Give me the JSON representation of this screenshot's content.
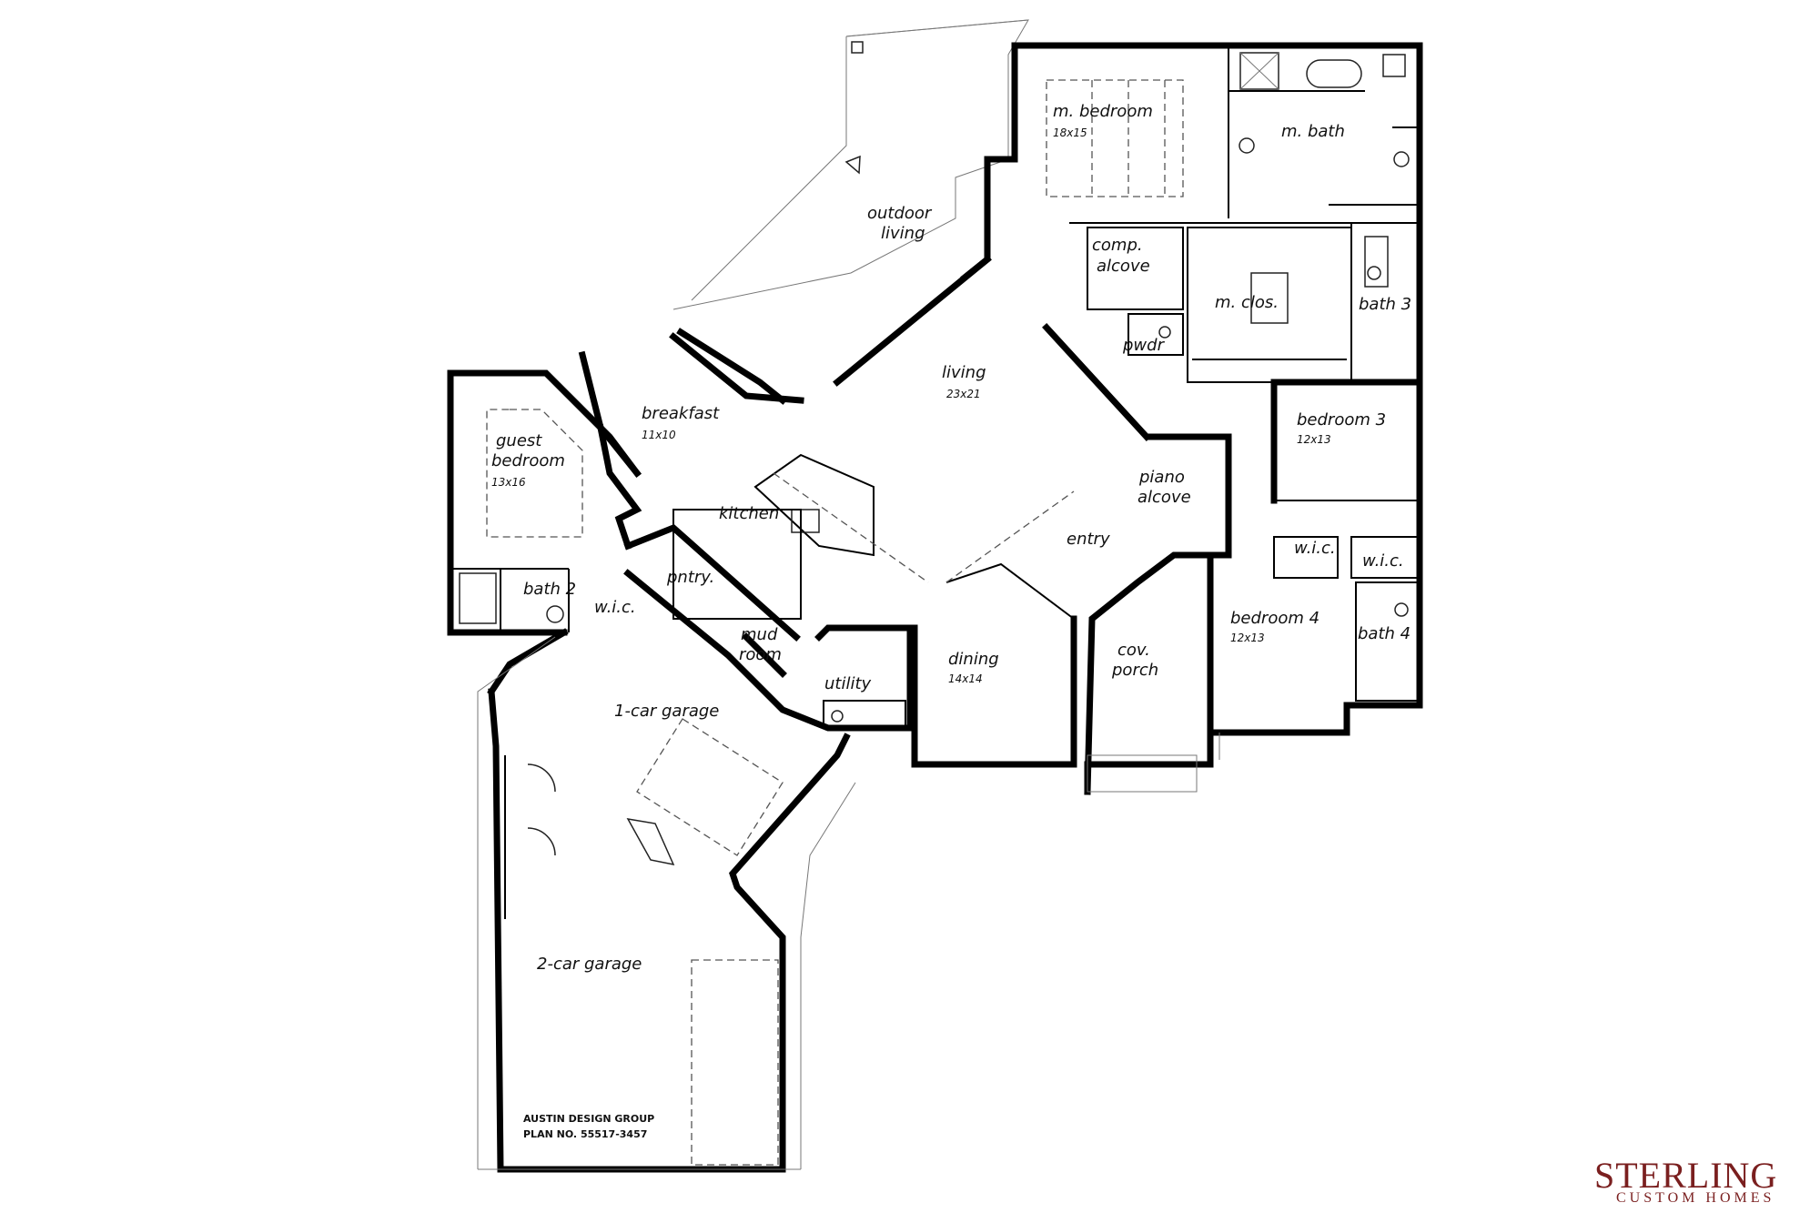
{
  "rooms": {
    "m_bedroom": {
      "label": "m. bedroom",
      "dim": "18x15"
    },
    "m_bath": {
      "label": "m. bath"
    },
    "outdoor_living_1": {
      "label": "outdoor"
    },
    "outdoor_living_2": {
      "label": "living"
    },
    "comp_alcove_1": {
      "label": "comp."
    },
    "comp_alcove_2": {
      "label": "alcove"
    },
    "m_clos": {
      "label": "m. clos."
    },
    "bath3": {
      "label": "bath 3"
    },
    "pwdr": {
      "label": "pwdr"
    },
    "living": {
      "label": "living",
      "dim": "23x21"
    },
    "breakfast": {
      "label": "breakfast",
      "dim": "11x10"
    },
    "guest_bedroom_1": {
      "label": "guest"
    },
    "guest_bedroom_2": {
      "label": "bedroom",
      "dim": "13x16"
    },
    "bedroom3": {
      "label": "bedroom 3",
      "dim": "12x13"
    },
    "piano_alcove_1": {
      "label": "piano"
    },
    "piano_alcove_2": {
      "label": "alcove"
    },
    "kitchen": {
      "label": "kitchen"
    },
    "entry": {
      "label": "entry"
    },
    "pntry": {
      "label": "pntry."
    },
    "bath2": {
      "label": "bath 2"
    },
    "wic_guest": {
      "label": "w.i.c."
    },
    "wic_b3": {
      "label": "w.i.c."
    },
    "wic_b4": {
      "label": "w.i.c."
    },
    "bedroom4": {
      "label": "bedroom 4",
      "dim": "12x13"
    },
    "bath4": {
      "label": "bath 4"
    },
    "mud_room_1": {
      "label": "mud"
    },
    "mud_room_2": {
      "label": "room"
    },
    "dining": {
      "label": "dining",
      "dim": "14x14"
    },
    "cov_porch_1": {
      "label": "cov."
    },
    "cov_porch_2": {
      "label": "porch"
    },
    "utility": {
      "label": "utility"
    },
    "garage1": {
      "label": "1-car garage"
    },
    "garage2": {
      "label": "2-car garage"
    }
  },
  "credit": {
    "line1": "AUSTIN DESIGN GROUP",
    "line2": "PLAN NO. 55517-3457"
  },
  "logo": {
    "name": "STERLING",
    "sub": "CUSTOM HOMES",
    "color": "#7a1f1f"
  }
}
